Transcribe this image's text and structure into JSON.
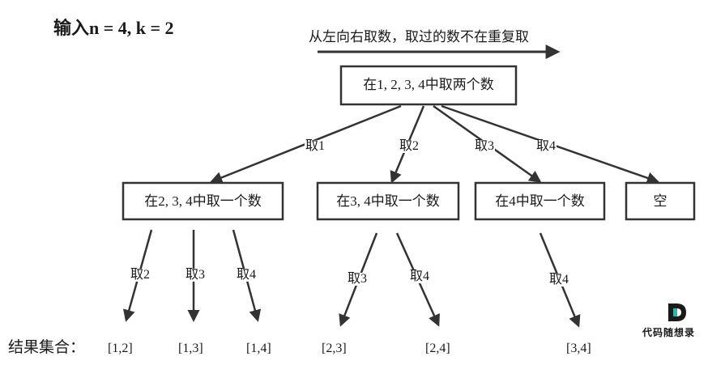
{
  "heading": "输入n = 4, k = 2",
  "direction_note": "从左向右取数，取过的数不在重复取",
  "root": {
    "label": "在1, 2, 3, 4中取两个数"
  },
  "level1": [
    {
      "label": "在2, 3, 4中取一个数",
      "edge": "取1"
    },
    {
      "label": "在3, 4中取一个数",
      "edge": "取2"
    },
    {
      "label": "在4中取一个数",
      "edge": "取3"
    },
    {
      "label": "空",
      "edge": "取4"
    }
  ],
  "level2_edges": [
    "取2",
    "取3",
    "取4",
    "取3",
    "取4",
    "取4"
  ],
  "results_label": "结果集合：",
  "results": [
    "[1,2]",
    "[1,3]",
    "[1,4]",
    "[2,3]",
    "[2,4]",
    "[3,4]"
  ],
  "logo": {
    "text": "代码随想录",
    "letter": "D",
    "accent": "#2bb6a5"
  },
  "colors": {
    "stroke": "#333333",
    "text": "#1a1a1a"
  }
}
